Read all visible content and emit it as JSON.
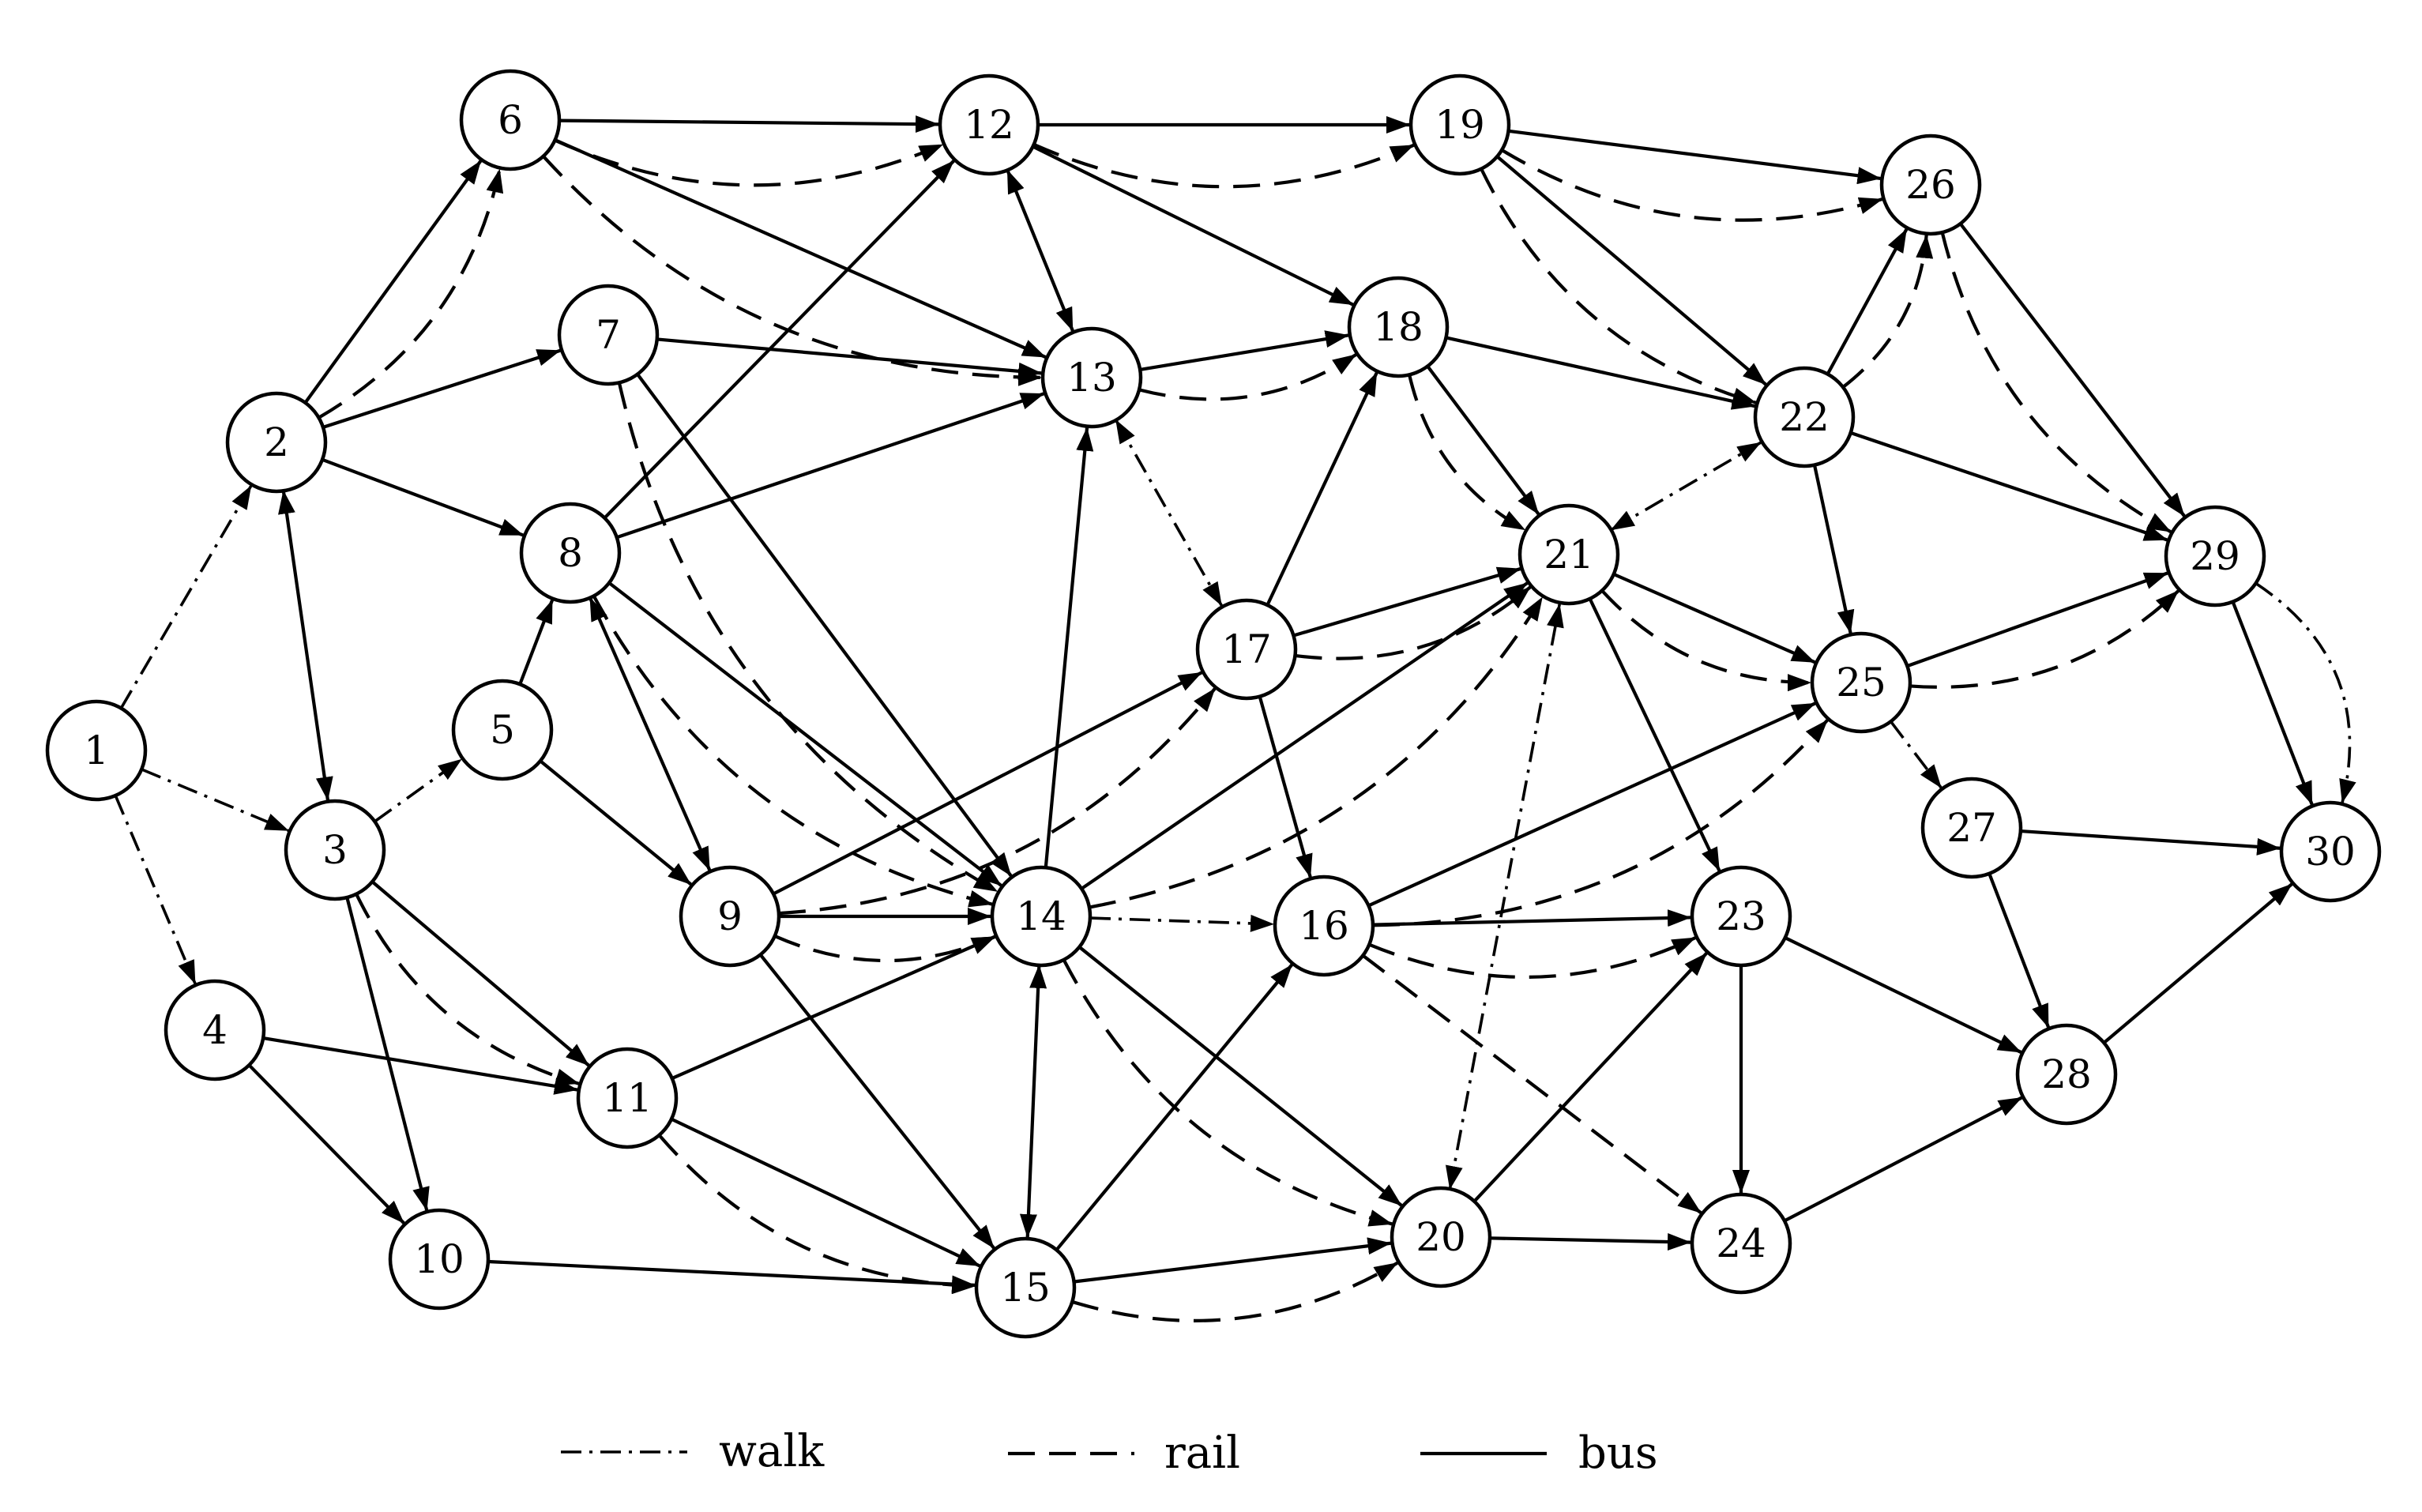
{
  "nodes": [
    {
      "id": "1"
    },
    {
      "id": "2"
    },
    {
      "id": "3"
    },
    {
      "id": "4"
    },
    {
      "id": "5"
    },
    {
      "id": "6"
    },
    {
      "id": "7"
    },
    {
      "id": "8"
    },
    {
      "id": "9"
    },
    {
      "id": "10"
    },
    {
      "id": "11"
    },
    {
      "id": "12"
    },
    {
      "id": "13"
    },
    {
      "id": "14"
    },
    {
      "id": "15"
    },
    {
      "id": "16"
    },
    {
      "id": "17"
    },
    {
      "id": "18"
    },
    {
      "id": "19"
    },
    {
      "id": "20"
    },
    {
      "id": "21"
    },
    {
      "id": "22"
    },
    {
      "id": "23"
    },
    {
      "id": "24"
    },
    {
      "id": "25"
    },
    {
      "id": "26"
    },
    {
      "id": "27"
    },
    {
      "id": "28"
    },
    {
      "id": "29"
    },
    {
      "id": "30"
    }
  ],
  "edges": [
    {
      "from": "1",
      "to": "2",
      "mode": "walk"
    },
    {
      "from": "1",
      "to": "3",
      "mode": "walk"
    },
    {
      "from": "1",
      "to": "4",
      "mode": "walk"
    },
    {
      "from": "2",
      "to": "3",
      "mode": "bus",
      "both": true
    },
    {
      "from": "2",
      "to": "6",
      "mode": "bus"
    },
    {
      "from": "2",
      "to": "6",
      "mode": "rail"
    },
    {
      "from": "2",
      "to": "7",
      "mode": "bus"
    },
    {
      "from": "2",
      "to": "8",
      "mode": "bus"
    },
    {
      "from": "3",
      "to": "5",
      "mode": "walk"
    },
    {
      "from": "3",
      "to": "10",
      "mode": "bus"
    },
    {
      "from": "3",
      "to": "11",
      "mode": "bus"
    },
    {
      "from": "3",
      "to": "11",
      "mode": "rail"
    },
    {
      "from": "4",
      "to": "10",
      "mode": "bus"
    },
    {
      "from": "4",
      "to": "11",
      "mode": "bus"
    },
    {
      "from": "5",
      "to": "8",
      "mode": "bus"
    },
    {
      "from": "5",
      "to": "9",
      "mode": "bus"
    },
    {
      "from": "6",
      "to": "12",
      "mode": "bus"
    },
    {
      "from": "6",
      "to": "12",
      "mode": "rail"
    },
    {
      "from": "6",
      "to": "13",
      "mode": "bus"
    },
    {
      "from": "6",
      "to": "13",
      "mode": "rail"
    },
    {
      "from": "7",
      "to": "13",
      "mode": "bus"
    },
    {
      "from": "7",
      "to": "14",
      "mode": "bus"
    },
    {
      "from": "7",
      "to": "14",
      "mode": "rail"
    },
    {
      "from": "8",
      "to": "9",
      "mode": "bus",
      "both": true
    },
    {
      "from": "8",
      "to": "12",
      "mode": "bus"
    },
    {
      "from": "8",
      "to": "13",
      "mode": "bus"
    },
    {
      "from": "8",
      "to": "14",
      "mode": "bus"
    },
    {
      "from": "8",
      "to": "14",
      "mode": "rail"
    },
    {
      "from": "9",
      "to": "14",
      "mode": "bus"
    },
    {
      "from": "9",
      "to": "14",
      "mode": "rail"
    },
    {
      "from": "9",
      "to": "15",
      "mode": "bus"
    },
    {
      "from": "9",
      "to": "17",
      "mode": "bus"
    },
    {
      "from": "9",
      "to": "17",
      "mode": "rail"
    },
    {
      "from": "10",
      "to": "15",
      "mode": "bus"
    },
    {
      "from": "11",
      "to": "14",
      "mode": "bus"
    },
    {
      "from": "11",
      "to": "15",
      "mode": "bus"
    },
    {
      "from": "11",
      "to": "15",
      "mode": "rail"
    },
    {
      "from": "12",
      "to": "13",
      "mode": "bus",
      "both": true
    },
    {
      "from": "12",
      "to": "18",
      "mode": "bus"
    },
    {
      "from": "12",
      "to": "19",
      "mode": "bus"
    },
    {
      "from": "12",
      "to": "19",
      "mode": "rail"
    },
    {
      "from": "13",
      "to": "18",
      "mode": "bus"
    },
    {
      "from": "13",
      "to": "18",
      "mode": "rail"
    },
    {
      "from": "13",
      "to": "17",
      "mode": "walk",
      "both": true
    },
    {
      "from": "14",
      "to": "13",
      "mode": "bus"
    },
    {
      "from": "14",
      "to": "15",
      "mode": "bus",
      "both": true
    },
    {
      "from": "14",
      "to": "16",
      "mode": "walk"
    },
    {
      "from": "14",
      "to": "20",
      "mode": "bus"
    },
    {
      "from": "14",
      "to": "20",
      "mode": "rail"
    },
    {
      "from": "14",
      "to": "21",
      "mode": "bus"
    },
    {
      "from": "14",
      "to": "21",
      "mode": "rail"
    },
    {
      "from": "15",
      "to": "16",
      "mode": "bus"
    },
    {
      "from": "15",
      "to": "20",
      "mode": "bus"
    },
    {
      "from": "15",
      "to": "20",
      "mode": "rail"
    },
    {
      "from": "16",
      "to": "23",
      "mode": "bus"
    },
    {
      "from": "16",
      "to": "23",
      "mode": "rail"
    },
    {
      "from": "16",
      "to": "24",
      "mode": "rail"
    },
    {
      "from": "16",
      "to": "25",
      "mode": "bus"
    },
    {
      "from": "16",
      "to": "25",
      "mode": "rail"
    },
    {
      "from": "17",
      "to": "16",
      "mode": "bus"
    },
    {
      "from": "17",
      "to": "18",
      "mode": "bus"
    },
    {
      "from": "17",
      "to": "21",
      "mode": "bus"
    },
    {
      "from": "17",
      "to": "21",
      "mode": "rail"
    },
    {
      "from": "18",
      "to": "21",
      "mode": "bus"
    },
    {
      "from": "18",
      "to": "21",
      "mode": "rail"
    },
    {
      "from": "18",
      "to": "22",
      "mode": "bus"
    },
    {
      "from": "19",
      "to": "22",
      "mode": "bus"
    },
    {
      "from": "19",
      "to": "22",
      "mode": "rail"
    },
    {
      "from": "19",
      "to": "26",
      "mode": "bus"
    },
    {
      "from": "19",
      "to": "26",
      "mode": "rail"
    },
    {
      "from": "20",
      "to": "21",
      "mode": "walk",
      "both": true
    },
    {
      "from": "20",
      "to": "23",
      "mode": "bus"
    },
    {
      "from": "20",
      "to": "24",
      "mode": "bus"
    },
    {
      "from": "21",
      "to": "22",
      "mode": "walk",
      "both": true
    },
    {
      "from": "21",
      "to": "23",
      "mode": "bus"
    },
    {
      "from": "21",
      "to": "25",
      "mode": "bus"
    },
    {
      "from": "21",
      "to": "25",
      "mode": "rail"
    },
    {
      "from": "22",
      "to": "25",
      "mode": "bus"
    },
    {
      "from": "22",
      "to": "26",
      "mode": "bus"
    },
    {
      "from": "22",
      "to": "26",
      "mode": "rail"
    },
    {
      "from": "22",
      "to": "29",
      "mode": "bus"
    },
    {
      "from": "23",
      "to": "24",
      "mode": "bus"
    },
    {
      "from": "23",
      "to": "28",
      "mode": "bus"
    },
    {
      "from": "24",
      "to": "28",
      "mode": "bus"
    },
    {
      "from": "25",
      "to": "27",
      "mode": "walk"
    },
    {
      "from": "25",
      "to": "29",
      "mode": "bus"
    },
    {
      "from": "25",
      "to": "29",
      "mode": "rail"
    },
    {
      "from": "26",
      "to": "29",
      "mode": "bus"
    },
    {
      "from": "26",
      "to": "29",
      "mode": "rail"
    },
    {
      "from": "27",
      "to": "28",
      "mode": "bus"
    },
    {
      "from": "27",
      "to": "30",
      "mode": "bus"
    },
    {
      "from": "28",
      "to": "30",
      "mode": "bus"
    },
    {
      "from": "29",
      "to": "30",
      "mode": "bus"
    },
    {
      "from": "29",
      "to": "30",
      "mode": "walk"
    }
  ],
  "legend": [
    {
      "mode": "walk",
      "label": "walk"
    },
    {
      "mode": "rail",
      "label": "rail"
    },
    {
      "mode": "bus",
      "label": "bus"
    }
  ]
}
